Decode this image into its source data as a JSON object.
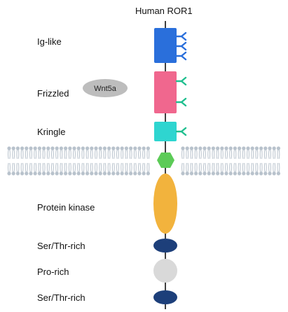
{
  "title": "Human ROR1",
  "domains": {
    "ig_like": "Ig-like",
    "frizzled": "Frizzled",
    "kringle": "Kringle",
    "protein_kinase": "Protein kinase",
    "ser_thr_rich_1": "Ser/Thr-rich",
    "pro_rich": "Pro-rich",
    "ser_thr_rich_2": "Ser/Thr-rich"
  },
  "ligand": "Wnt5a",
  "colors": {
    "ig_like": "#2A6FDB",
    "glycan_blue": "#2A6FDB",
    "frizzled": "#F0678E",
    "glycan_green": "#1FBF8F",
    "kringle": "#2ED5D0",
    "transmembrane": "#5CCB57",
    "kinase": "#F2B33D",
    "ser_thr": "#1D3F7A",
    "pro_rich": "#D9D9D9",
    "wnt5a": "#BDBDBD",
    "membrane": "#B8C2CC"
  }
}
